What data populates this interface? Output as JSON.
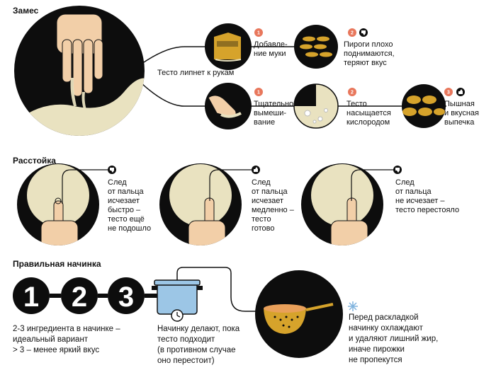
{
  "sections": {
    "zames": "Замес",
    "rasstoyka": "Расстойка",
    "nachinka": "Правильная начинка"
  },
  "zames": {
    "main_label": "Тесто липнет к рукам",
    "top_branch": {
      "step1_num": "1",
      "step1_text": [
        "Добавле-",
        "ние муки"
      ],
      "step2_num": "2",
      "step2_text": [
        "Пироги плохо",
        "поднимаются,",
        "теряют вкус"
      ]
    },
    "bottom_branch": {
      "step1_num": "1",
      "step1_text": [
        "Тщательное",
        "вымеши-",
        "вание"
      ],
      "step2_num": "2",
      "step2_text": [
        "Тесто",
        "насыщается",
        "кислородом"
      ],
      "step3_num": "3",
      "step3_text": [
        "Пышная",
        "и вкусная",
        "выпечка"
      ]
    }
  },
  "rasstoyka": [
    {
      "text": [
        "След",
        "от пальца",
        "исчезает",
        "быстро –",
        "тесто ещё",
        "не подошло"
      ],
      "verdict": "thumbs-down-icon"
    },
    {
      "text": [
        "След",
        "от пальца",
        "исчезает",
        "медленно –",
        "тесто",
        "готово"
      ],
      "verdict": "thumbs-up-icon"
    },
    {
      "text": [
        "След",
        "от пальца",
        "не исчезает –",
        "тесто перестояло"
      ],
      "verdict": "thumbs-down-icon"
    }
  ],
  "nachinka": {
    "numbers": [
      "1",
      "2",
      "3"
    ],
    "ingredients_text": [
      "2-3 ингредиента в начинке –",
      "идеальный вариант",
      "> 3 – менее яркий вкус"
    ],
    "pot_text": [
      "Начинку делают, пока",
      "тесто подходит",
      "(в противном случае",
      "оно перестоит)"
    ],
    "strainer_text": [
      "Перед раскладкой",
      "начинку охлаждают",
      "и удаляют лишний жир,",
      "иначе пирожки",
      "не пропекутся"
    ]
  },
  "colors": {
    "black": "#0d0d0d",
    "dough": "#e9e2c0",
    "badge": "#e8775c",
    "gold": "#d6a32b",
    "pot": "#9cc6e6",
    "snow": "#7fb3dd"
  }
}
